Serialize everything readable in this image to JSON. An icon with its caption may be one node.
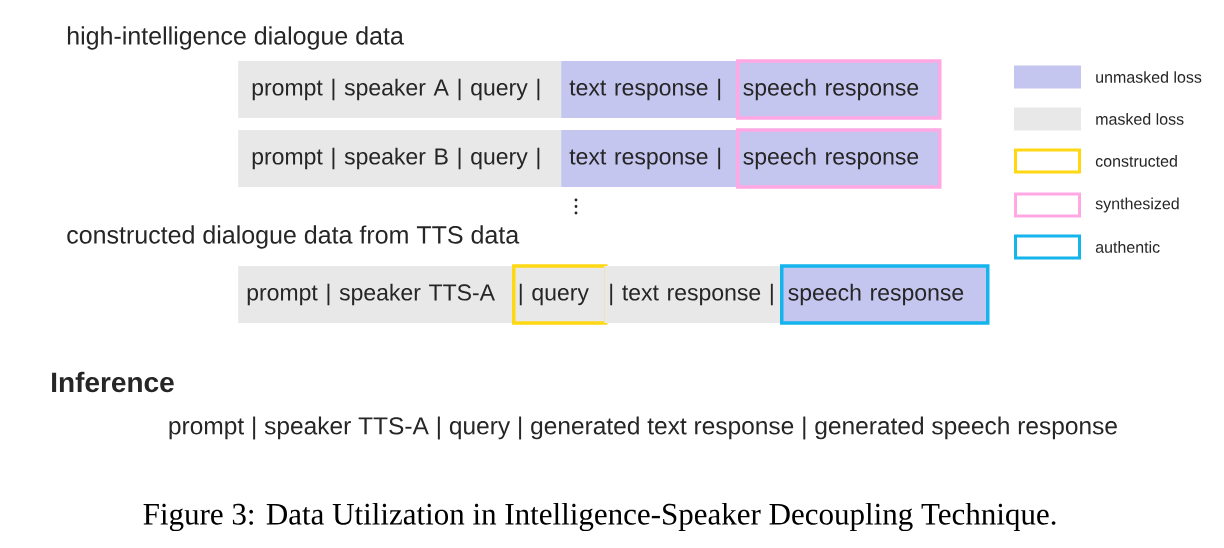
{
  "diagram": {
    "caption": "Figure 3: Data Utilization in Intelligence-Speaker Decoupling Technique.",
    "nodes": [
      {
        "text": [
          "prompt | speaker A | query |"
        ]
      },
      {
        "text": [
          "text response |"
        ]
      },
      {
        "text": [
          "speech response"
        ]
      },
      {
        "text": [
          "prompt | speaker B | query |"
        ]
      },
      {
        "text": [
          "text response |"
        ]
      },
      {
        "text": [
          "speech response"
        ]
      },
      {
        "text": [
          "prompt | speaker TTS-A"
        ]
      },
      {
        "text": [
          "| query"
        ]
      },
      {
        "text": [
          "| text response |"
        ]
      },
      {
        "text": [
          "speech response"
        ]
      }
    ],
    "labels": [
      "high-intelligence dialogue data",
      "constructed dialogue data from TTS data",
      "Inference",
      "prompt | speaker TTS-A | query | generated text response | generated speech response"
    ],
    "legend": [
      {
        "text": "unmasked loss",
        "color": "#c5c6f0"
      },
      {
        "text": "masked loss",
        "color": "#e8e8e8"
      },
      {
        "text": "constructed",
        "color": "#ffd814"
      },
      {
        "text": "synthesized",
        "color": "#ffa8e4"
      },
      {
        "text": "authentic",
        "color": "#14b4ec"
      }
    ]
  }
}
